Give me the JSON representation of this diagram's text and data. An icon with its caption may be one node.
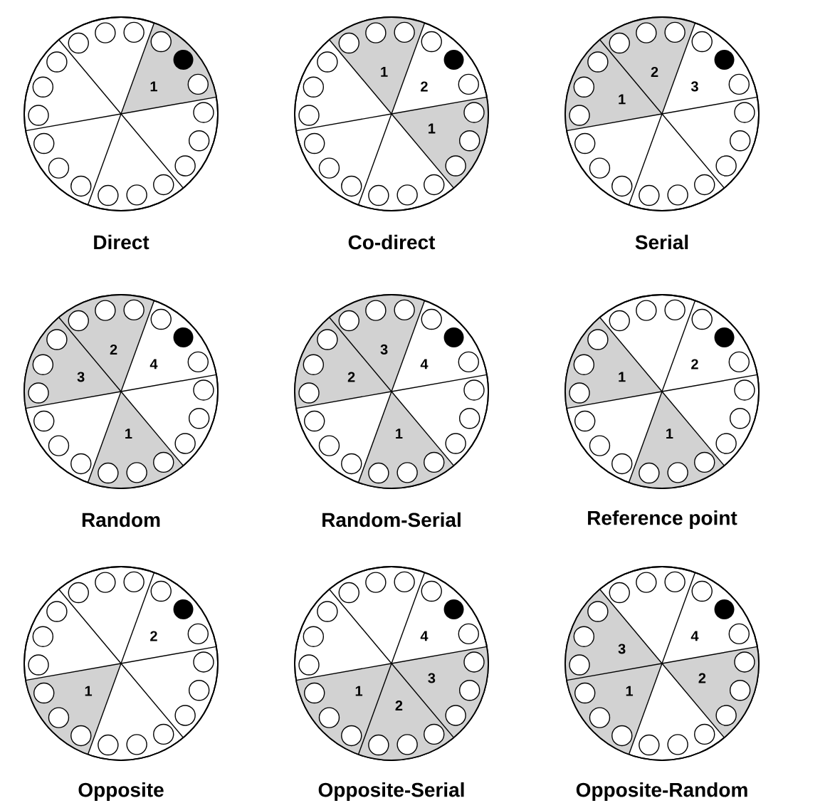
{
  "diagram": {
    "nodes": [
      {
        "text": [],
        "shape": "circle",
        "beside": [
          "Direct"
        ]
      },
      {
        "text": [
          "1"
        ],
        "in": 0
      },
      {
        "text": [],
        "shape": "circle",
        "beside": [
          "Co-direct"
        ]
      },
      {
        "text": [
          "1"
        ],
        "in": 2
      },
      {
        "text": [
          "2"
        ],
        "in": 2
      },
      {
        "text": [
          "1"
        ],
        "in": 2
      },
      {
        "text": [],
        "shape": "circle",
        "beside": [
          "Serial"
        ]
      },
      {
        "text": [
          "2"
        ],
        "in": 6
      },
      {
        "text": [
          "3"
        ],
        "in": 6
      },
      {
        "text": [
          "1"
        ],
        "in": 6
      },
      {
        "text": [],
        "shape": "circle",
        "beside": [
          "Random"
        ]
      },
      {
        "text": [
          "2"
        ],
        "in": 10
      },
      {
        "text": [
          "4"
        ],
        "in": 10
      },
      {
        "text": [
          "3"
        ],
        "in": 10
      },
      {
        "text": [
          "1"
        ],
        "in": 10
      },
      {
        "text": [],
        "shape": "circle",
        "beside": [
          "Random-Serial"
        ]
      },
      {
        "text": [
          "3"
        ],
        "in": 15
      },
      {
        "text": [
          "4"
        ],
        "in": 15
      },
      {
        "text": [
          "2"
        ],
        "in": 15
      },
      {
        "text": [
          "1"
        ],
        "in": 15
      },
      {
        "text": [],
        "shape": "circle",
        "beside": [
          "Reference point"
        ]
      },
      {
        "text": [
          "2"
        ],
        "in": 20
      },
      {
        "text": [
          "1"
        ],
        "in": 20
      },
      {
        "text": [
          "1"
        ],
        "in": 20
      },
      {
        "text": [],
        "shape": "circle",
        "beside": [
          "Opposite"
        ]
      },
      {
        "text": [
          "2"
        ],
        "in": 24
      },
      {
        "text": [
          "1"
        ],
        "in": 24
      },
      {
        "text": [],
        "shape": "circle",
        "beside": [
          "Opposite-Serial"
        ]
      },
      {
        "text": [
          "4"
        ],
        "in": 27
      },
      {
        "text": [
          "3"
        ],
        "in": 27
      },
      {
        "text": [
          "2"
        ],
        "in": 27
      },
      {
        "text": [
          "1"
        ],
        "in": 27
      },
      {
        "text": [],
        "shape": "circle",
        "beside": [
          "Opposite-Random"
        ]
      },
      {
        "text": [
          "4"
        ],
        "in": 32
      },
      {
        "text": [
          "3"
        ],
        "in": 32
      },
      {
        "text": [
          "2"
        ],
        "in": 32
      },
      {
        "text": [
          "1"
        ],
        "in": 32
      }
    ]
  }
}
